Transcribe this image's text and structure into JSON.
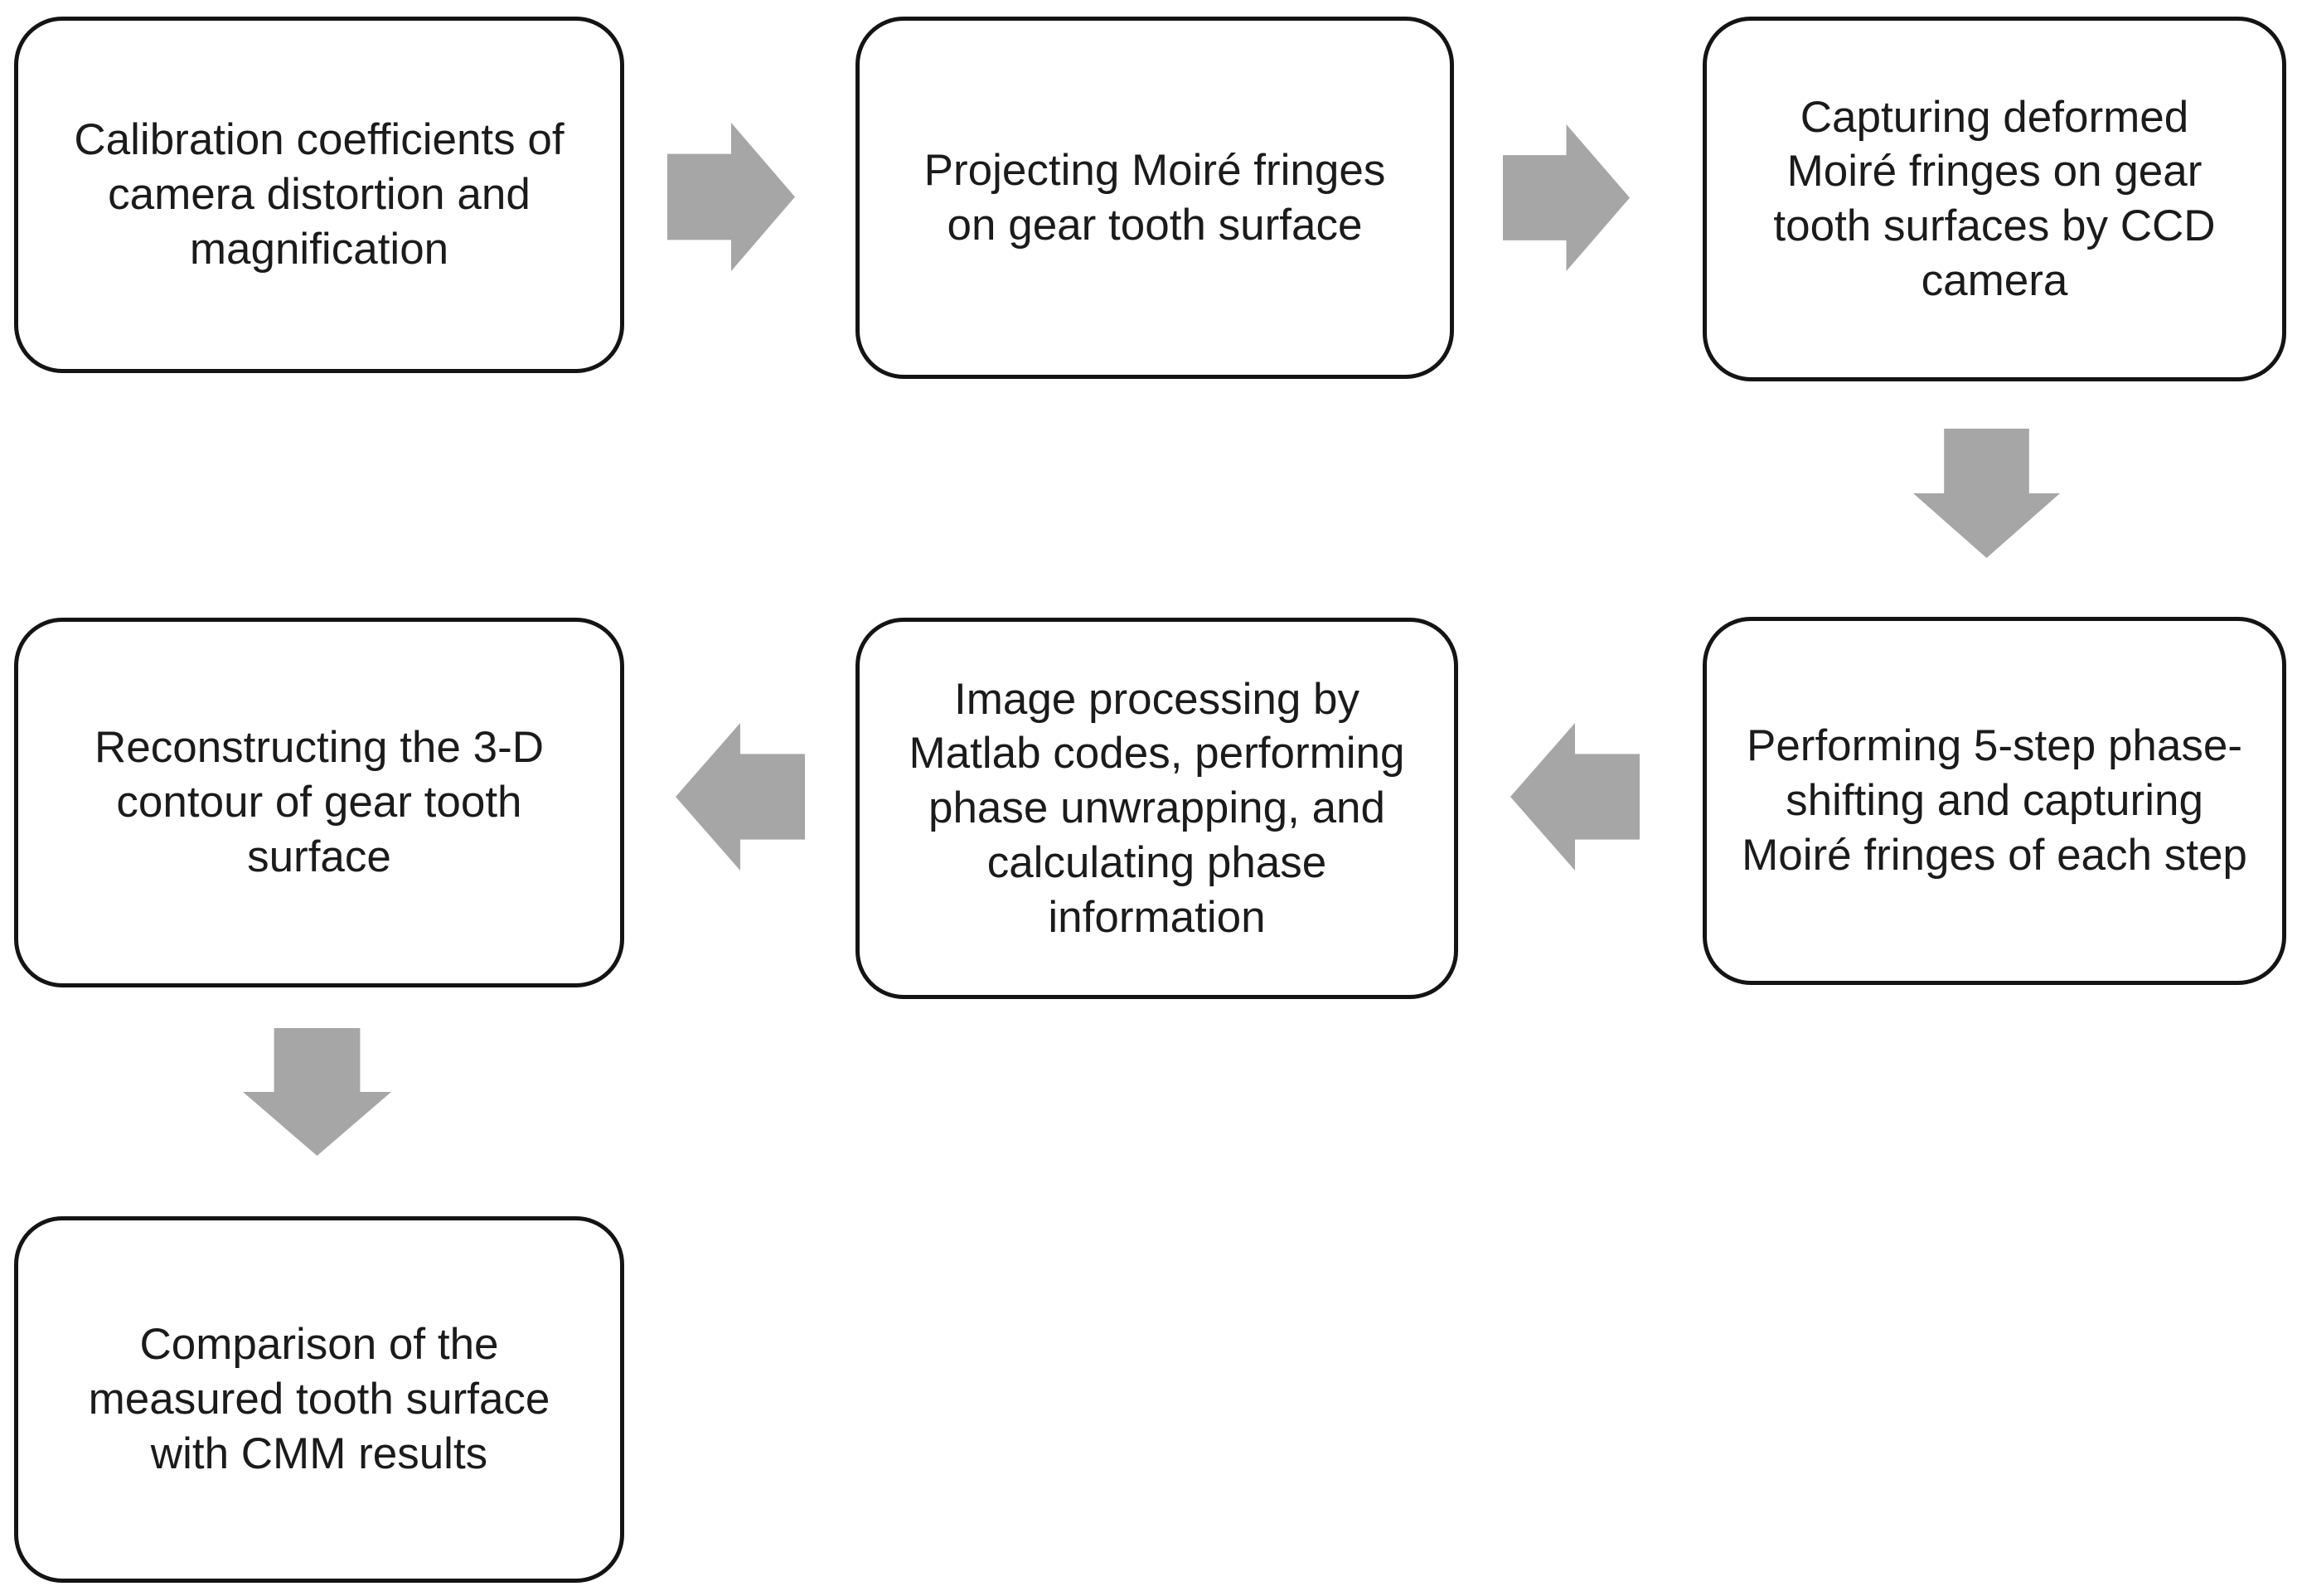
{
  "colors": {
    "arrow": "#a6a6a6",
    "box_border": "#141414",
    "box_fill": "#ffffff",
    "text": "#1b1b1b",
    "background": "#ffffff"
  },
  "flowchart": {
    "boxes": [
      {
        "id": "calibration",
        "label": "Calibration coefficients of\ncamera distortion and\nmagnification"
      },
      {
        "id": "projecting",
        "label": "Projecting Moiré fringes\non gear tooth surface"
      },
      {
        "id": "capturing",
        "label": "Capturing deformed\nMoiré fringes on gear\ntooth surfaces by CCD\ncamera"
      },
      {
        "id": "phase-shifting",
        "label": "Performing 5-step phase-\nshifting and capturing\nMoiré fringes of each step"
      },
      {
        "id": "image-processing",
        "label": "Image processing by\nMatlab codes, performing\nphase unwrapping, and\ncalculating phase\ninformation"
      },
      {
        "id": "reconstructing",
        "label": "Reconstructing the 3-D\ncontour of gear tooth\nsurface"
      },
      {
        "id": "comparison",
        "label": "Comparison of the\nmeasured tooth surface\nwith CMM results"
      }
    ],
    "arrows": [
      {
        "from": "calibration",
        "to": "projecting",
        "direction": "right"
      },
      {
        "from": "projecting",
        "to": "capturing",
        "direction": "right"
      },
      {
        "from": "capturing",
        "to": "phase-shifting",
        "direction": "down"
      },
      {
        "from": "phase-shifting",
        "to": "image-processing",
        "direction": "left"
      },
      {
        "from": "image-processing",
        "to": "reconstructing",
        "direction": "left"
      },
      {
        "from": "reconstructing",
        "to": "comparison",
        "direction": "down"
      }
    ]
  }
}
